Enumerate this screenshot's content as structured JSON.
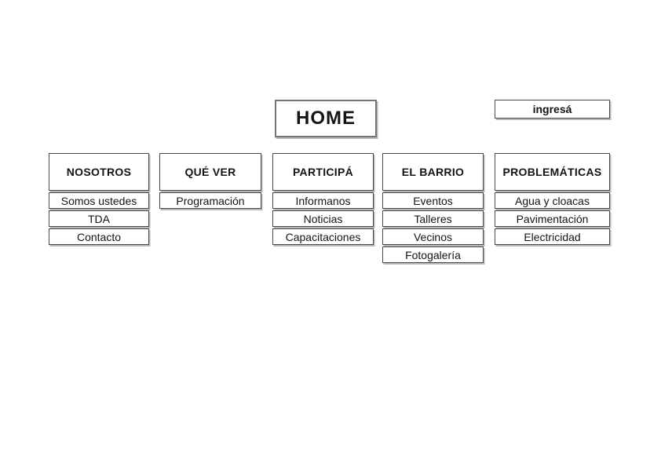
{
  "diagram": {
    "home": {
      "label": "HOME"
    },
    "login": {
      "label": "ingresá"
    },
    "columns": [
      {
        "header": "NOSOTROS",
        "items": [
          "Somos ustedes",
          "TDA",
          "Contacto"
        ]
      },
      {
        "header": "QUÉ VER",
        "items": [
          "Programación"
        ]
      },
      {
        "header": "PARTICIPÁ",
        "items": [
          "Informanos",
          "Noticias",
          "Capacitaciones"
        ]
      },
      {
        "header": "EL BARRIO",
        "items": [
          "Eventos",
          "Talleres",
          "Vecinos",
          "Fotogalería"
        ]
      },
      {
        "header": "PROBLEMÁTICAS",
        "items": [
          "Agua y cloacas",
          "Pavimentación",
          "Electricidad"
        ]
      }
    ],
    "colors": {
      "background": "#ffffff",
      "cell_border": "#4a4a4a",
      "home_border": "#757575",
      "shadow": "#b8b8b8",
      "text": "#141414"
    }
  }
}
